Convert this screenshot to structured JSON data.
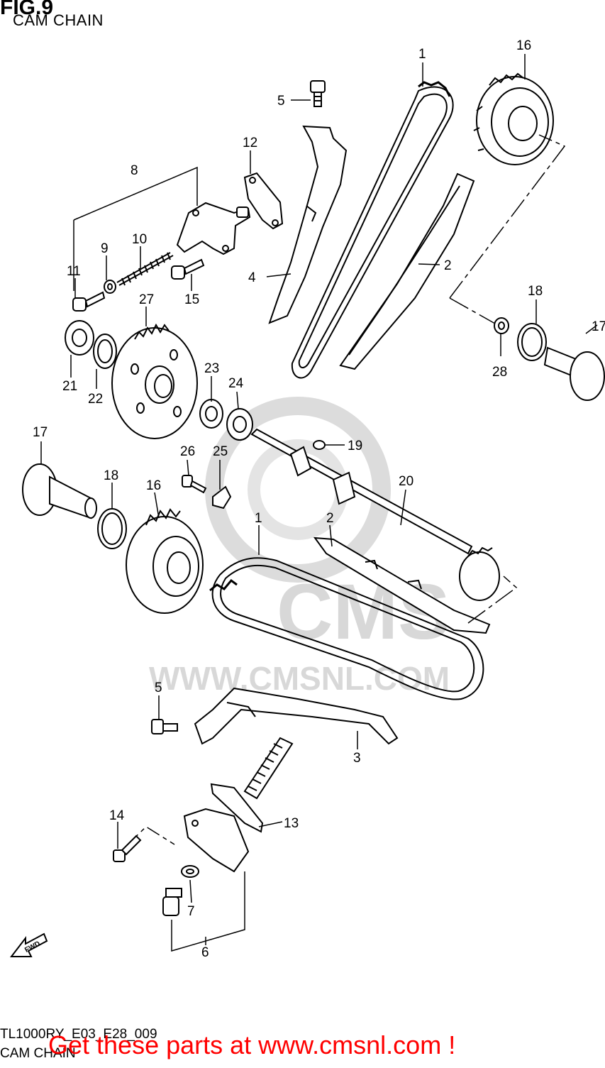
{
  "figure": {
    "title": "FIG.9",
    "subtitle": "CAM CHAIN",
    "code": "TL1000RY_E03_E28_009",
    "bottom_title": "CAM CHAIN",
    "promo": "Get these parts at www.cmsnl.com !"
  },
  "watermark": {
    "brand": "CMS",
    "url": "WWW.CMSNL.COM"
  },
  "direction_arrow": "FWD",
  "callouts": [
    "1",
    "2",
    "3",
    "4",
    "5",
    "6",
    "7",
    "8",
    "9",
    "10",
    "11",
    "12",
    "13",
    "14",
    "15",
    "16",
    "17",
    "18",
    "19",
    "20",
    "21",
    "22",
    "23",
    "24",
    "25",
    "26",
    "27",
    "28"
  ],
  "colors": {
    "lines": "#000000",
    "promo": "#ff0000",
    "watermark": "#d8d8d8"
  }
}
